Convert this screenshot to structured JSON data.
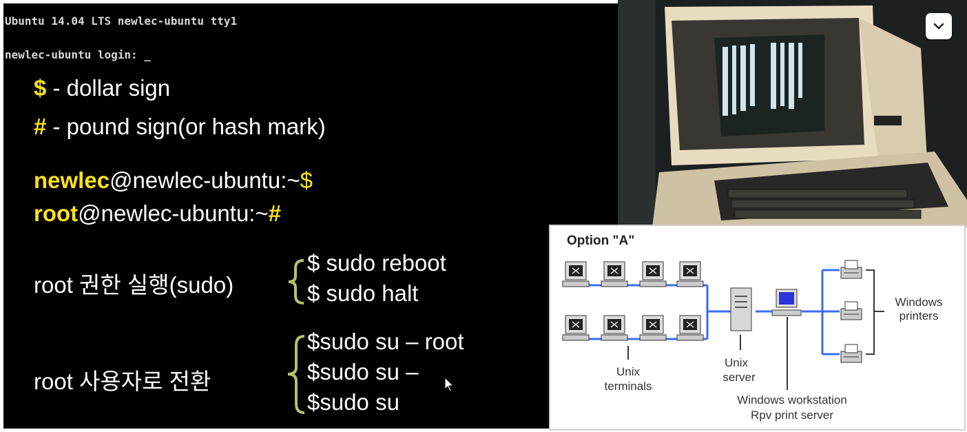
{
  "terminal": {
    "header": "Ubuntu 14.04 LTS newlec-ubuntu tty1",
    "login_prompt": "newlec-ubuntu login: ",
    "cursor": "_"
  },
  "notes": {
    "dollar_symbol": "$",
    "dollar_desc": " - dollar sign",
    "pound_symbol": "#",
    "pound_desc": " - pound sign(or hash mark)",
    "prompt1_user": "newlec",
    "prompt1_host": "@newlec-ubuntu:~",
    "prompt1_mark": "$",
    "prompt2_user": "root",
    "prompt2_host": "@newlec-ubuntu:~",
    "prompt2_mark": "#",
    "sudo_label": "root 권한 실행(sudo)",
    "sudo_commands": [
      "$ sudo reboot",
      "$ sudo halt"
    ],
    "switch_label": "root 사용자로 전환",
    "switch_commands": [
      "$sudo su – root",
      "$sudo su –",
      "$sudo su"
    ]
  },
  "expand_button": {
    "icon": "chevron-down-icon"
  },
  "diagram": {
    "title": "Option \"A\"",
    "labels": {
      "unix_terminals": [
        "Unix",
        "terminals"
      ],
      "unix_server": [
        "Unix",
        "server"
      ],
      "workstation": [
        "Windows workstation",
        "Rpv print server"
      ],
      "printers": [
        "Windows",
        "printers"
      ]
    }
  },
  "colors": {
    "accent_yellow": "#ffe21b",
    "brace_green": "#b6c26a",
    "network_blue": "#3a6cf0"
  }
}
